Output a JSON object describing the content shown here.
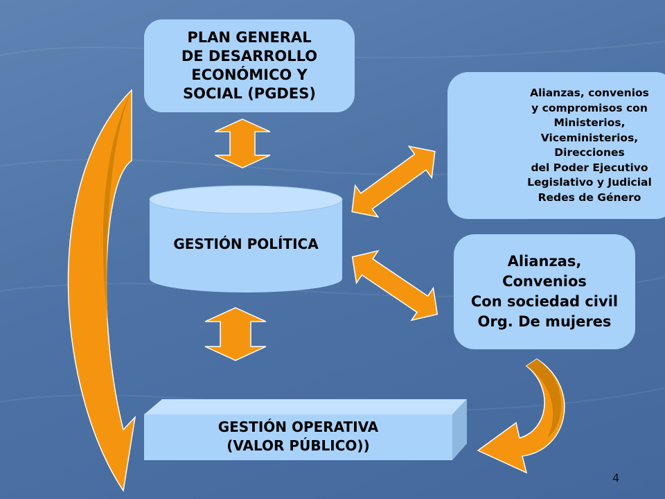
{
  "slide": {
    "page_number": "4",
    "colors": {
      "background": "#4f74a6",
      "box_fill": "#a9d2fa",
      "cylinder_top": "#c4e2ff",
      "arrow_fill": "#f5950f",
      "arrow_dark": "#c97d06"
    }
  },
  "nodes": {
    "pgdes": "PLAN GENERAL\nDE DESARROLLO\nECONÓMICO Y\nSOCIAL (PGDES)",
    "gestion_politica": "GESTIÓN POLÍTICA",
    "ministerios": "Alianzas, convenios\ny compromisos con\nMinisterios,\nViceministerios,\nDirecciones\ndel Poder Ejecutivo\nLegislativo y Judicial\nRedes de Género",
    "sociedad_civil": "Alianzas,\nConvenios\nCon sociedad civil\nOrg. De mujeres",
    "gestion_operativa": "GESTIÓN OPERATIVA\n(VALOR PÚBLICO))"
  }
}
